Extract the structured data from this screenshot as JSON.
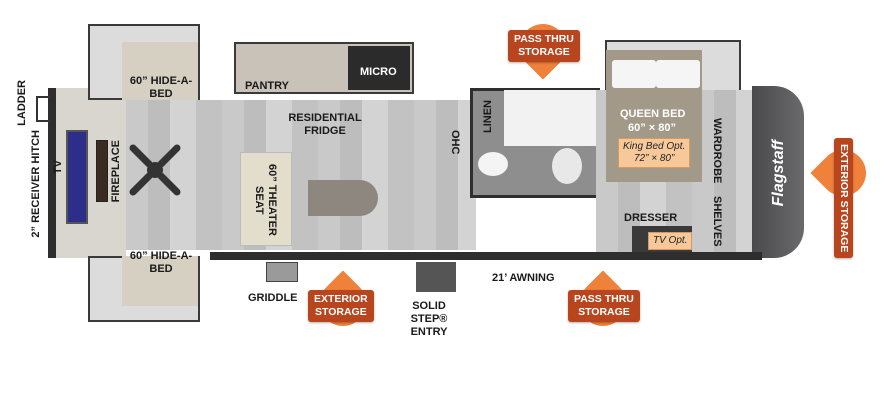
{
  "floorplan": {
    "brand": "Flagstaff",
    "exterior_labels": {
      "ladder": "LADDER",
      "receiver_hitch": "2” RECEIVER HITCH",
      "griddle": "GRIDDLE",
      "entry": "SOLID STEP® ENTRY",
      "awning": "21’ AWNING"
    },
    "rooms": {
      "tv": "TV",
      "fireplace": "FIREPLACE",
      "hide_a_bed_top": "60” HIDE-A-BED",
      "hide_a_bed_bottom": "60” HIDE-A-BED",
      "pantry": "PANTRY",
      "micro": "MICRO",
      "fridge": "RESIDENTIAL FRIDGE",
      "theater_seat": "60” THEATER SEAT",
      "ohc": "OHC",
      "linen": "LINEN",
      "queen_bed": "QUEEN BED",
      "queen_bed_size": "60” × 80”",
      "king_opt": "King Bed Opt.",
      "king_opt_size": "72” × 80”",
      "wardrobe": "WARDROBE",
      "shelves": "SHELVES",
      "dresser": "DRESSER",
      "tv_opt": "TV Opt."
    },
    "storage_badges": [
      {
        "line1": "PASS THRU",
        "line2": "STORAGE",
        "position": "top"
      },
      {
        "line1": "EXTERIOR",
        "line2": "STORAGE",
        "position": "bottom-left"
      },
      {
        "line1": "PASS THRU",
        "line2": "STORAGE",
        "position": "bottom-right"
      },
      {
        "line1": "EXTERIOR",
        "line2": "STORAGE",
        "position": "front"
      }
    ],
    "colors": {
      "badge_box": "#b8451d",
      "badge_drop": "#f0813a",
      "option_fill": "#f7c99a",
      "cap": "#5a5a5c"
    }
  }
}
